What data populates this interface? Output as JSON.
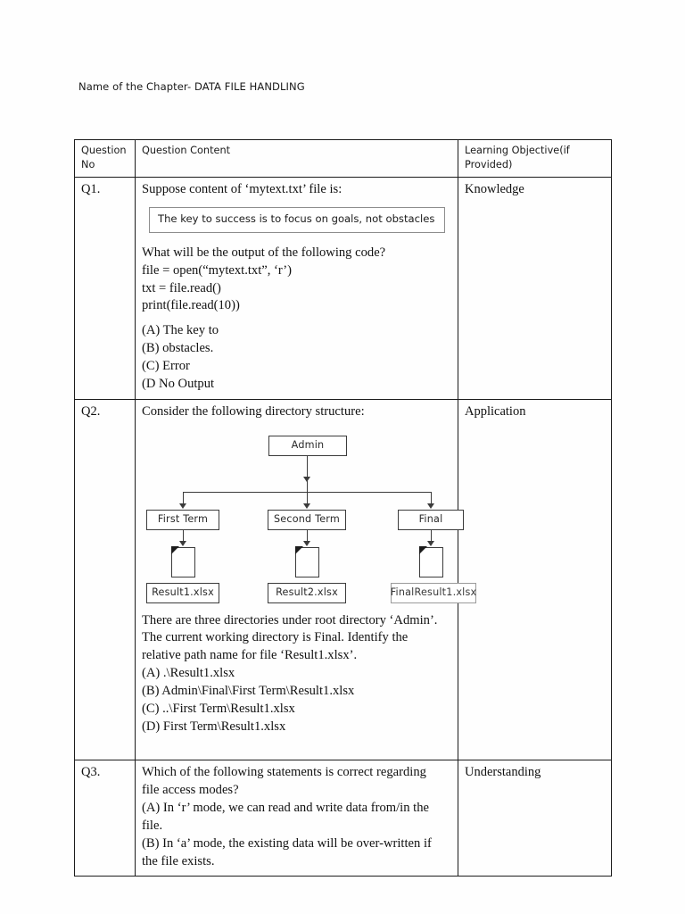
{
  "document": {
    "chapter_heading": "Name  of the Chapter- DATA FILE HANDLING"
  },
  "table": {
    "headers": {
      "question_no": "Question\nNo",
      "question_no_line1": "Question",
      "question_no_line2": "No",
      "question_content": "Question Content",
      "learning_objective_line1": "Learning Objective(if",
      "learning_objective_line2": "Provided)"
    },
    "rows": [
      {
        "no": "Q1.",
        "objective": "Knowledge",
        "intro": "Suppose content of ‘mytext.txt’ file is:",
        "file_content": "The key to success is to focus on goals, not obstacles",
        "prompt": "What will be the output of the following code?",
        "code": [
          "file = open(“mytext.txt”, ‘r’)",
          "txt = file.read()",
          "print(file.read(10))"
        ],
        "options": [
          "(A) The key to",
          "(B) obstacles.",
          "(C) Error",
          "(D No Output"
        ]
      },
      {
        "no": "Q2.",
        "objective": "Application",
        "intro": "Consider the following directory structure:",
        "statement": [
          "There are three directories under root directory ‘Admin’.",
          "The current working directory is Final. Identify the",
          "relative path name for file ‘Result1.xlsx’."
        ],
        "options": [
          "(A) .\\Result1.xlsx",
          "(B) Admin\\Final\\First Term\\Result1.xlsx",
          "(C) ..\\First Term\\Result1.xlsx",
          "(D) First Term\\Result1.xlsx"
        ],
        "diagram": {
          "root": "Admin",
          "folders": [
            "First Term",
            "Second Term",
            "Final"
          ],
          "files": [
            "Result1.xlsx",
            "Result2.xlsx",
            "FinalResult1.xlsx"
          ]
        }
      },
      {
        "no": "Q3.",
        "objective": "Understanding",
        "lines": [
          "Which of the following statements is correct regarding",
          "file access modes?",
          "(A) In ‘r’ mode, we can read and write data from/in the",
          "file.",
          "(B) In ‘a’ mode, the existing data will be over-written if",
          "the file exists."
        ]
      }
    ]
  }
}
